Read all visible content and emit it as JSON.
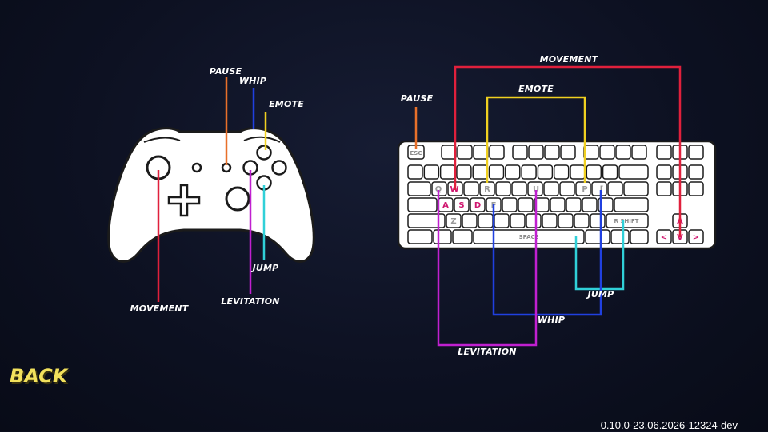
{
  "back_label": "BACK",
  "version": "0.10.0-23.06.2026-12324-dev",
  "gamepad": {
    "labels": {
      "pause": "PAUSE",
      "whip": "WHIP",
      "emote": "EMOTE",
      "jump": "JUMP",
      "levitation": "LEVITATION",
      "movement": "MOVEMENT"
    }
  },
  "keyboard": {
    "labels": {
      "movement": "MOVEMENT",
      "emote": "EMOTE",
      "pause": "PAUSE",
      "jump": "JUMP",
      "whip": "WHIP",
      "levitation": "LEVITATION"
    },
    "keys": {
      "esc": "ESC",
      "q": "Q",
      "w": "W",
      "r": "R",
      "u": "U",
      "p": "P",
      "bracket": "[",
      "a": "A",
      "s": "S",
      "d": "D",
      "f": "F",
      "z": "Z",
      "rshift": "R SHIFT",
      "space": "SPACE",
      "up": "A",
      "left": "<",
      "down": "V",
      "right": ">"
    }
  },
  "colors": {
    "movement": "#e0203c",
    "pause": "#e8702a",
    "whip": "#2040e0",
    "emote": "#f0d020",
    "jump": "#30d0d8",
    "levitation": "#c020d0",
    "highlight_key": "#d01870",
    "back": "#f2e15c"
  }
}
